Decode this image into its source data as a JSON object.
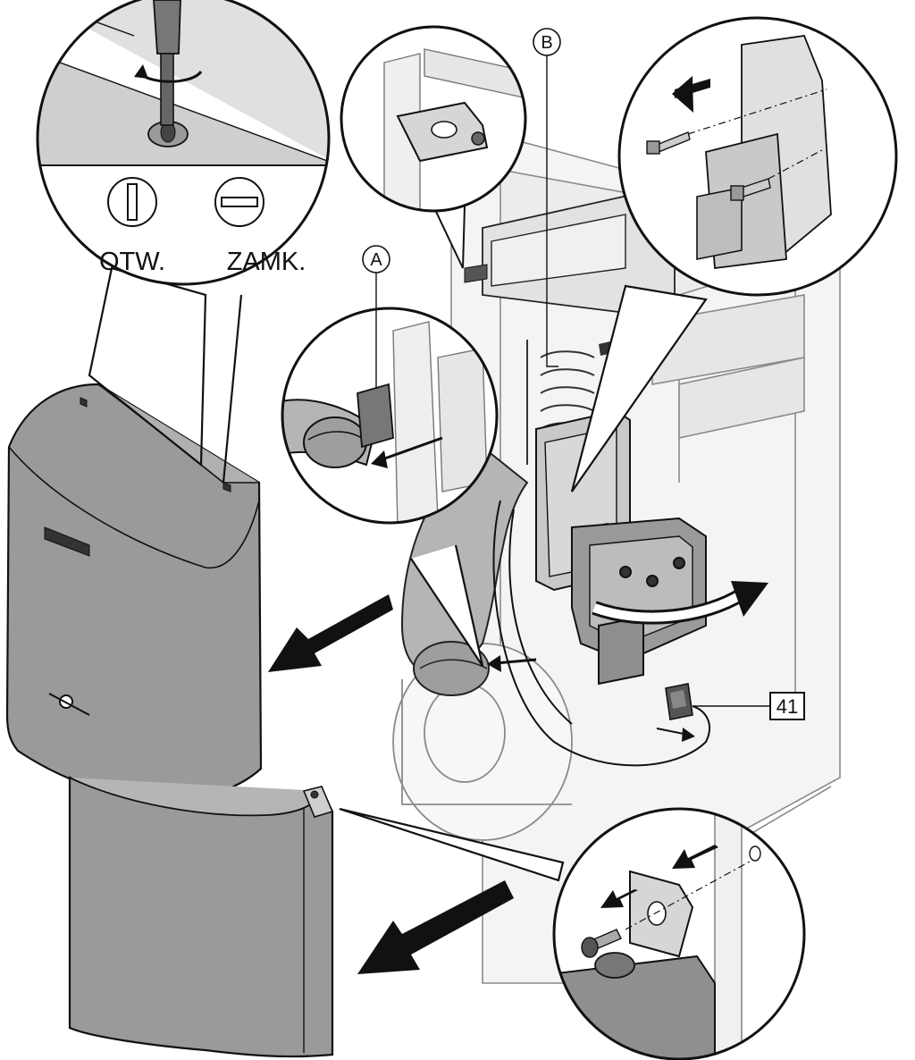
{
  "lock_legend": {
    "open_label": "OTW.",
    "close_label": "ZAMK."
  },
  "callouts": {
    "a": "A",
    "b": "B"
  },
  "reference_box": "41",
  "colors": {
    "line": "#111111",
    "cover_fill": "#9a9a9a",
    "cover_dark": "#7e7e7e",
    "tube_fill": "#b5b5b5",
    "frame_fill": "#f4f4f4",
    "background": "#ffffff"
  }
}
